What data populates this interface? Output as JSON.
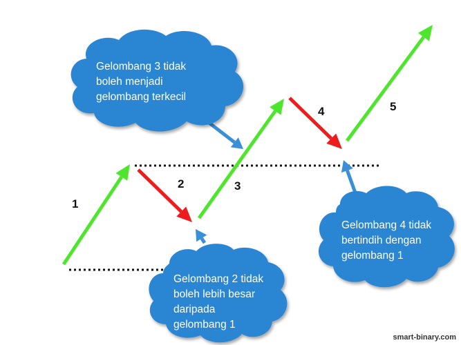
{
  "colors": {
    "impulse": "#4ee62c",
    "correction": "#ee1c1c",
    "cloud": "#2a86d2",
    "pointer": "#3a8fd6",
    "dotted": "#111111"
  },
  "waves": [
    {
      "label": "1",
      "kind": "impulse"
    },
    {
      "label": "2",
      "kind": "correction"
    },
    {
      "label": "3",
      "kind": "impulse"
    },
    {
      "label": "4",
      "kind": "correction"
    },
    {
      "label": "5",
      "kind": "impulse"
    }
  ],
  "notes": {
    "wave3": [
      "Gelombang 3 tidak",
      "boleh menjadi",
      "gelombang terkecil"
    ],
    "wave2": [
      "Gelombang 2 tidak",
      "boleh lebih besar",
      "daripada",
      "gelombang 1"
    ],
    "wave4": [
      "Gelombang 4 tidak",
      "bertindih dengan",
      "gelombang 1"
    ]
  },
  "watermark": "smart-binary.com"
}
